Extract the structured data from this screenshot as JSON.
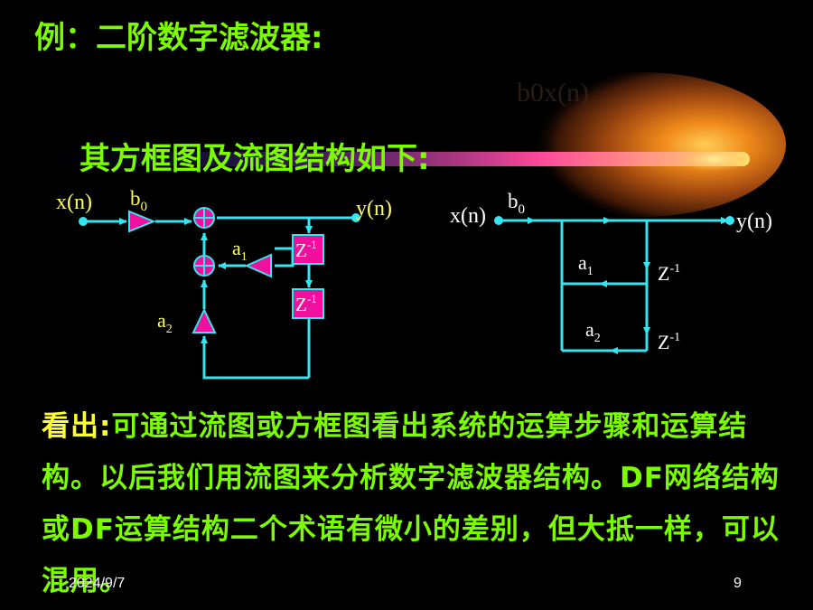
{
  "title": "例：二阶数字滤波器:",
  "subtitle": "其方框图及流图结构如下:",
  "ghost_formula": "b0x(n)",
  "block_diagram": {
    "input": "x(n)",
    "output": "y(n)",
    "gain_b0": "b",
    "gain_b0_sub": "0",
    "gain_a1": "a",
    "gain_a1_sub": "1",
    "gain_a2": "a",
    "gain_a2_sub": "2",
    "delay1": "Z",
    "delay1_sup": "-1",
    "delay2": "Z",
    "delay2_sup": "-1"
  },
  "flow_graph": {
    "input": "x(n)",
    "output": "y(n)",
    "gain_b0": "b",
    "gain_b0_sub": "0",
    "gain_a1": "a",
    "gain_a1_sub": "1",
    "gain_a2": "a",
    "gain_a2_sub": "2",
    "delay1": "Z",
    "delay1_sup": "-1",
    "delay2": "Z",
    "delay2_sup": "-1"
  },
  "paragraph": {
    "highlight": "看出:",
    "text": "可通过流图或方框图看出系统的运算步骤和运算结构。以后我们用流图来分析数字滤波器结构。DF网络结构或DF运算结构二个术语有微小的差别，但大抵一样，可以混用。"
  },
  "footer": {
    "date": "2024/9/7",
    "page": "9"
  },
  "colors": {
    "text_green": "#7CFC00",
    "highlight_yellow": "#FFFF33",
    "line_cyan": "#33E6F2",
    "block_magenta": "#F0109E",
    "label_yellow": "#FFFF66"
  }
}
